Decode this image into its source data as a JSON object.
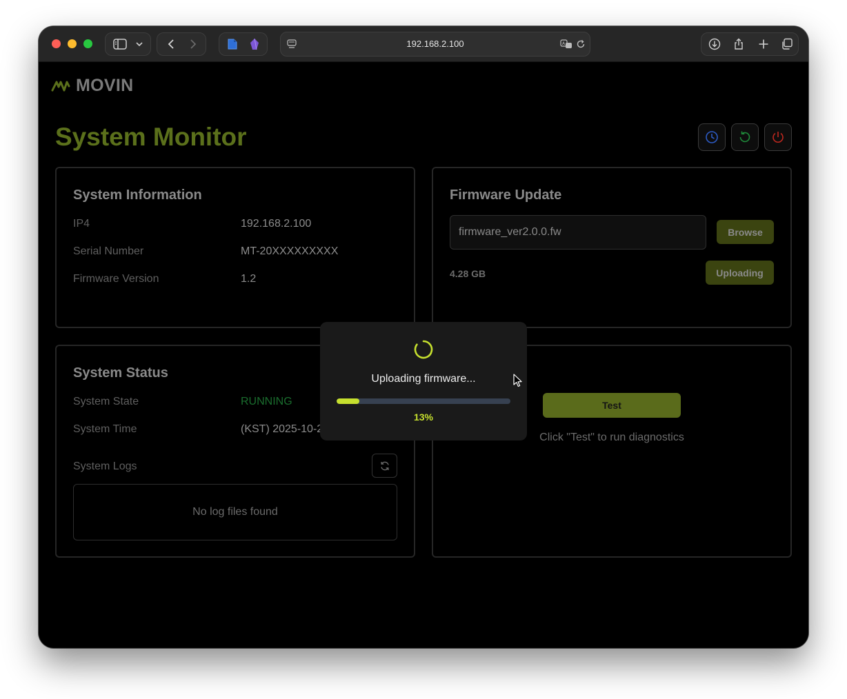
{
  "browser": {
    "url": "192.168.2.100"
  },
  "brand": {
    "name": "MOVIN",
    "logo_icon": "movin-logo-icon"
  },
  "header": {
    "title": "System Monitor",
    "actions": [
      {
        "icon": "clock-icon",
        "color": "#2d5cc7"
      },
      {
        "icon": "refresh-icon",
        "color": "#1f8a3a"
      },
      {
        "icon": "power-icon",
        "color": "#c0281f"
      }
    ]
  },
  "system_info": {
    "title": "System Information",
    "rows": [
      {
        "label": "IP4",
        "value": "192.168.2.100"
      },
      {
        "label": "Serial Number",
        "value": "MT-20XXXXXXXXX"
      },
      {
        "label": "Firmware Version",
        "value": "1.2"
      }
    ]
  },
  "firmware_update": {
    "title": "Firmware Update",
    "file_name": "firmware_ver2.0.0.fw",
    "browse_label": "Browse",
    "file_size": "4.28 GB",
    "upload_label": "Uploading"
  },
  "system_status": {
    "title": "System Status",
    "rows": [
      {
        "label": "System State",
        "value": "RUNNING",
        "color": "#1f8a3a"
      },
      {
        "label": "System Time",
        "value": "(KST) 2025-10-24 00:20:56"
      }
    ],
    "logs_label": "System Logs",
    "logs_empty": "No log files found"
  },
  "diagnostics": {
    "test_label": "Test",
    "hint": "Click \"Test\" to run diagnostics"
  },
  "upload_modal": {
    "message": "Uploading firmware...",
    "progress_percent": 13,
    "progress_label": "13%"
  },
  "colors": {
    "accent": "#c6e02e",
    "title_green": "#5b701b"
  }
}
